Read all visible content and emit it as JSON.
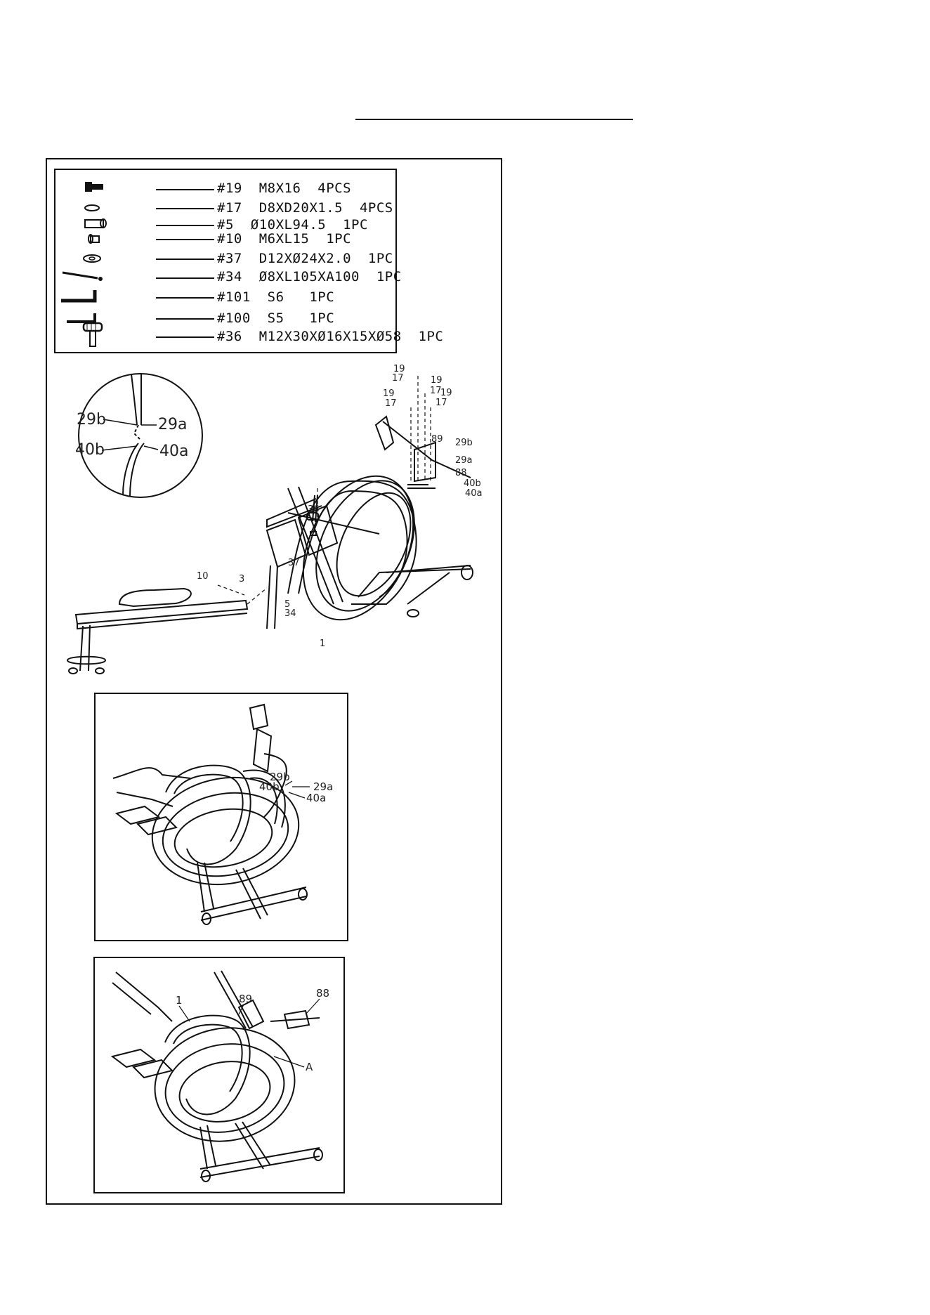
{
  "parts_list": [
    {
      "icon": "bolt-icon",
      "label": "#19  M8X16  4PCS"
    },
    {
      "icon": "washer-icon",
      "label": "#17  D8XD20X1.5  4PCS"
    },
    {
      "icon": "axle-icon",
      "label": "#5  Ø10XL94.5  1PC"
    },
    {
      "icon": "small-bolt-icon",
      "label": "#10  M6XL15  1PC"
    },
    {
      "icon": "large-washer-icon",
      "label": "#37  D12XØ24X2.0  1PC"
    },
    {
      "icon": "pin-icon",
      "label": "#34  Ø8XL105XA100  1PC"
    },
    {
      "icon": "hex-key-large-icon",
      "label": "#101  S6   1PC"
    },
    {
      "icon": "hex-key-small-icon",
      "label": "#100  S5   1PC"
    },
    {
      "icon": "knob-icon",
      "label": "#36  M12X30XØ16X15XØ58  1PC"
    }
  ],
  "detail_callouts": {
    "a": "29b",
    "b": "29a",
    "c": "40b",
    "d": "40a"
  },
  "main_callouts": {
    "c19": "19",
    "c17": "17",
    "c88": "88",
    "c89": "89",
    "c29b": "29b",
    "c29a": "29a",
    "c40b": "40b",
    "c40a": "40a",
    "c36": "36",
    "c37": "37",
    "c10": "10",
    "c3": "3",
    "c5": "5",
    "c34": "34",
    "c1": "1"
  },
  "step2_callouts": {
    "c29b": "29b",
    "c40b": "40b",
    "c29a": "29a",
    "c40a": "40a"
  },
  "step3_callouts": {
    "c1": "1",
    "c89": "89",
    "c88": "88",
    "cA": "A"
  }
}
